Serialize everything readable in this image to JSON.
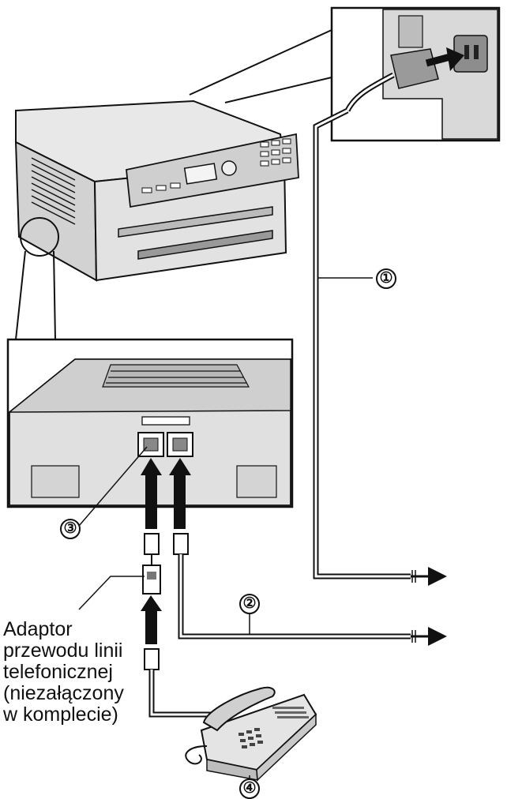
{
  "callouts": {
    "power_cord": "①",
    "telephone_line_cord": "②",
    "ext_jack": "③",
    "telephone": "④"
  },
  "adapter_label": {
    "line1": "Adaptor",
    "line2": "przewodu linii",
    "line3": "telefonicznej",
    "line4": "(niezałączony",
    "line5": "w komplecie)"
  },
  "colors": {
    "ink": "#111111",
    "machine_fill": "#e6e6e6",
    "machine_shade": "#c8c8c8",
    "panel_fill": "#bfbfbf"
  }
}
